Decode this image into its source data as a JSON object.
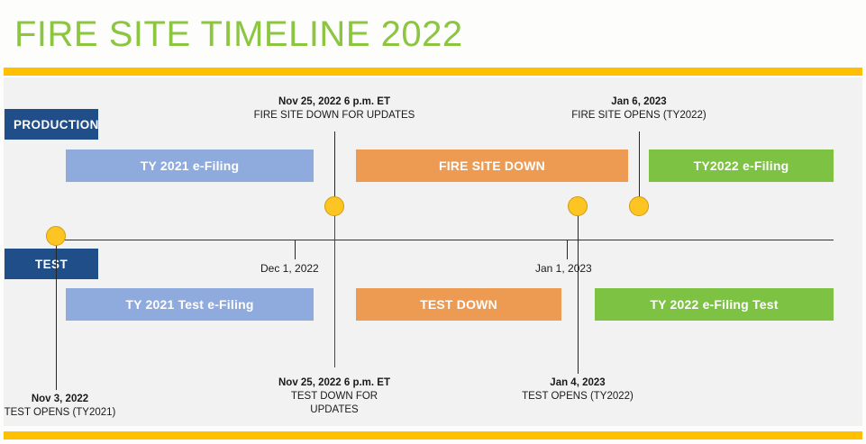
{
  "title": "FIRE SITE TIMELINE 2022",
  "theme": {
    "title_green": "#8CC540",
    "gold": "#FFC000",
    "navy": "#1F4E89",
    "bar_blue": "#8FAADC",
    "bar_orange": "#ED9B53",
    "bar_green": "#7DC242",
    "marker_yellow": "#FCC521",
    "panel_bg": "#F2F2F2"
  },
  "lanes": {
    "production_label": "PRODUCTION",
    "test_label": "TEST"
  },
  "bars": {
    "ty2021_efiling": "TY 2021 e-Filing",
    "fire_site_down": "FIRE SITE DOWN",
    "ty2022_efiling": "TY2022 e-Filing",
    "ty2021_test_efiling": "TY 2021 Test e-Filing",
    "test_down": "TEST DOWN",
    "ty2022_efiling_test": "TY 2022 e-Filing Test"
  },
  "axis_ticks": [
    {
      "label": "Dec 1, 2022"
    },
    {
      "label": "Jan 1, 2023"
    }
  ],
  "annotations": {
    "fire_site_down_updates": {
      "date": "Nov 25, 2022 6 p.m. ET",
      "desc": "FIRE SITE DOWN FOR UPDATES"
    },
    "fire_site_opens": {
      "date": "Jan 6, 2023",
      "desc": "FIRE SITE OPENS (TY2022)"
    },
    "test_opens_ty2021": {
      "date": "Nov 3, 2022",
      "desc": "TEST OPENS (TY2021)"
    },
    "test_down_updates": {
      "date": "Nov 25, 2022 6 p.m. ET",
      "desc": "TEST DOWN FOR UPDATES"
    },
    "test_opens_ty2022": {
      "date": "Jan 4, 2023",
      "desc": "TEST OPENS (TY2022)"
    }
  }
}
